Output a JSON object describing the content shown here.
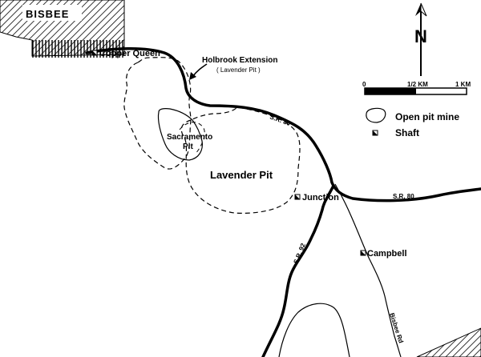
{
  "map": {
    "town": "BISBEE",
    "north_label": "N",
    "scale": {
      "tick0": "0",
      "tick_half": "1/2 KM",
      "tick_full": "1 KM"
    },
    "legend": {
      "open_pit_label": "Open pit mine",
      "shaft_label": "Shaft"
    },
    "labels": {
      "copper_queen": "Copper Queen",
      "holbrook": "Holbrook Extension",
      "holbrook_sub": "( Lavender Pit )",
      "sacramento_line1": "Sacramento",
      "sacramento_line2": "Pit",
      "lavender_pit": "Lavender Pit",
      "junction": "Junction",
      "campbell": "Campbell",
      "sr80_a": "S.R. 80",
      "sr80_b": "S.R. 80",
      "sr92": "S.R. 92",
      "bisbee_rd": "Bisbee Rd"
    }
  }
}
